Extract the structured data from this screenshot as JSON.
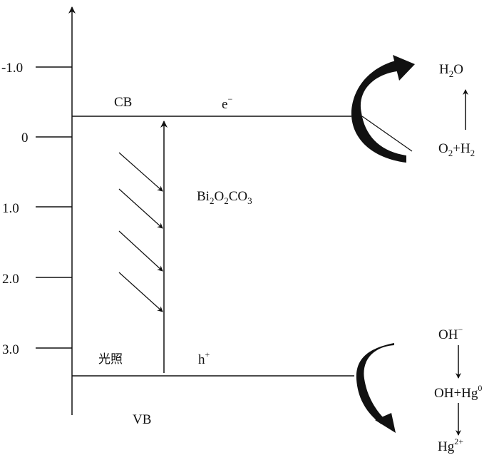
{
  "axis": {
    "ticks": [
      "-1.0",
      "0",
      "1.0",
      "2.0",
      "3.0"
    ]
  },
  "bands": {
    "cb_label": "CB",
    "vb_label": "VB",
    "electron": "e",
    "electron_sup": "−",
    "hole": "h",
    "hole_sup": "+"
  },
  "material": {
    "p1": "Bi",
    "s1": "2",
    "p2": "O",
    "s2": "2",
    "p3": "CO",
    "s3": "3"
  },
  "illumination_label": "光照",
  "reduction": {
    "product_p1": "H",
    "product_s1": "2",
    "product_p2": "O",
    "reactant_p1": "O",
    "reactant_s1": "2",
    "reactant_p2": "+H",
    "reactant_s2": "2"
  },
  "oxidation": {
    "step1": "OH",
    "step1_sup": "−",
    "step2": "OH+Hg",
    "step2_sup": "0",
    "step3": "Hg",
    "step3_sup": "2+"
  },
  "colors": {
    "ink": "#111111",
    "background": "#ffffff"
  }
}
